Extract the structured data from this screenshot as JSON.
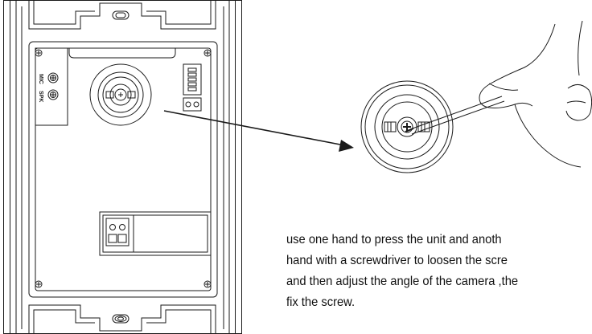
{
  "labels": {
    "mic": "MIC",
    "spk": "SPK"
  },
  "caption": {
    "lines": [
      "use one hand to press the unit and anoth",
      "hand with a screwdriver to loosen the scre",
      "and then adjust the angle of the camera ,the",
      "fix the screw."
    ]
  }
}
